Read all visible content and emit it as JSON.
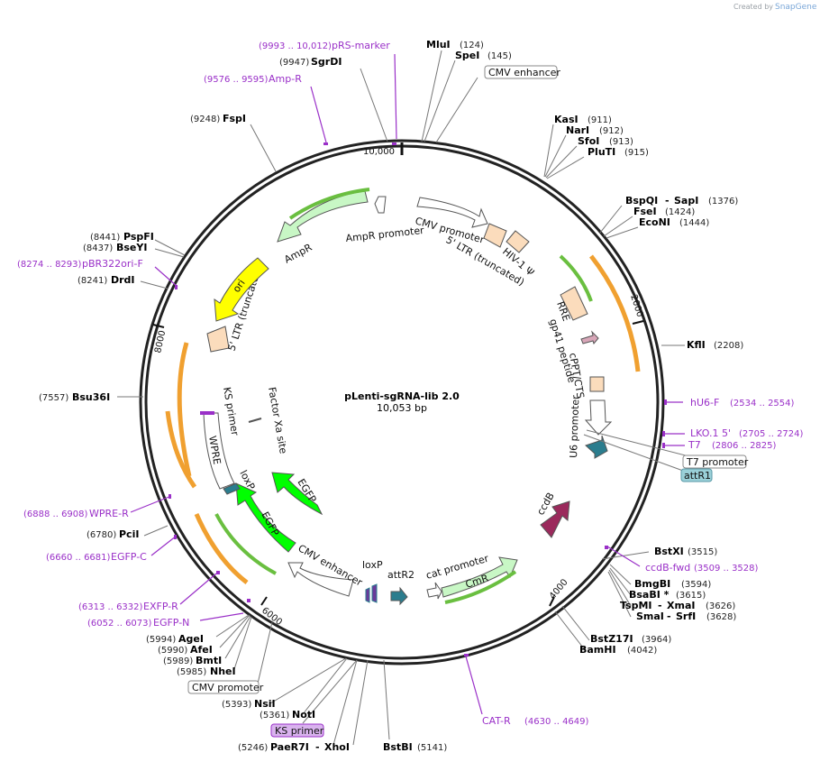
{
  "credit": "Created by",
  "brand": "SnapGene",
  "plasmid": {
    "name": "pLenti-sgRNA-lib 2.0",
    "size_label": "10,053 bp"
  },
  "tick_labels": [
    "10,000",
    "2000",
    "4000",
    "6000",
    "8000"
  ],
  "enzymes": [
    {
      "name": "MluI",
      "pos": "(124)"
    },
    {
      "name": "SpeI",
      "pos": "(145)"
    },
    {
      "name": "SgrDI",
      "pos": "(9947)"
    },
    {
      "name": "FspI",
      "pos": "(9248)"
    },
    {
      "name": "KasI",
      "pos": "(911)"
    },
    {
      "name": "NarI",
      "pos": "(912)"
    },
    {
      "name": "SfoI",
      "pos": "(913)"
    },
    {
      "name": "PluTI",
      "pos": "(915)"
    },
    {
      "name": "BspQI",
      "sep": "-",
      "name2": "SapI",
      "pos": "(1376)"
    },
    {
      "name": "FseI",
      "pos": "(1424)"
    },
    {
      "name": "EcoNI",
      "pos": "(1444)"
    },
    {
      "name": "KflI",
      "pos": "(2208)"
    },
    {
      "name": "PspFI",
      "pos": "(8441)"
    },
    {
      "name": "BseYI",
      "pos": "(8437)"
    },
    {
      "name": "DrdI",
      "pos": "(8241)"
    },
    {
      "name": "Bsu36I",
      "pos": "(7557)"
    },
    {
      "name": "PciI",
      "pos": "(6780)"
    },
    {
      "name": "BstXI",
      "pos": "(3515)"
    },
    {
      "name": "BmgBI",
      "pos": "(3594)"
    },
    {
      "name": "BsaBI *",
      "pos": "(3615)"
    },
    {
      "name": "TspMI",
      "sep": "-",
      "name2": "XmaI",
      "pos": "(3626)"
    },
    {
      "name": "SmaI",
      "sep": "-",
      "name2": "SrfI",
      "pos": "(3628)"
    },
    {
      "name": "BstZ17I",
      "pos": "(3964)"
    },
    {
      "name": "BamHI",
      "pos": "(4042)"
    },
    {
      "name": "AgeI",
      "pos": "(5994)"
    },
    {
      "name": "AfeI",
      "pos": "(5990)"
    },
    {
      "name": "BmtI",
      "pos": "(5989)"
    },
    {
      "name": "NheI",
      "pos": "(5985)"
    },
    {
      "name": "NsiI",
      "pos": "(5393)"
    },
    {
      "name": "NotI",
      "pos": "(5361)"
    },
    {
      "name": "PaeR7I",
      "sep": "-",
      "name2": "XhoI",
      "pos": "(5246)"
    },
    {
      "name": "BstBI",
      "pos": "(5141)"
    }
  ],
  "primers": [
    {
      "name": "pRS-marker",
      "range": "(9993 .. 10,012)"
    },
    {
      "name": "Amp-R",
      "range": "(9576 .. 9595)"
    },
    {
      "name": "pBR322ori-F",
      "range": "(8274 .. 8293)"
    },
    {
      "name": "hU6-F",
      "range": "(2534 .. 2554)"
    },
    {
      "name": "LKO.1 5'",
      "range": "(2705 .. 2724)"
    },
    {
      "name": "T7",
      "range": "(2806 .. 2825)"
    },
    {
      "name": "ccdB-fwd",
      "range": "(3509 .. 3528)"
    },
    {
      "name": "CAT-R",
      "range": "(4630 .. 4649)"
    },
    {
      "name": "WPRE-R",
      "range": "(6888 .. 6908)"
    },
    {
      "name": "EGFP-C",
      "range": "(6660 .. 6681)"
    },
    {
      "name": "EXFP-R",
      "range": "(6313 .. 6332)"
    },
    {
      "name": "EGFP-N",
      "range": "(6052 .. 6073)"
    }
  ],
  "boxed_labels": [
    "CMV enhancer",
    "T7 promoter",
    "attR1",
    "CMV promoter",
    "KS primer"
  ],
  "features": [
    "CMV promoter",
    "5' LTR (truncated)",
    "HIV-1 Ψ",
    "RRE",
    "gp41 peptide",
    "cPPT/CTS",
    "U6 promoter",
    "ccdB",
    "CmR",
    "cat promoter",
    "attR2",
    "loxP",
    "CMV enhancer",
    "EGFP",
    "EGFP",
    "loxP",
    "WPRE",
    "KS primer",
    "Factor Xa site",
    "5' LTR (truncated)",
    "ori",
    "AmpR",
    "AmpR promoter"
  ],
  "colors": {
    "amp": "#c8f7c5",
    "ori": "#ffff00",
    "ltr": "#fbdcbc",
    "egfp": "#00ff00",
    "ccdb": "#9b2a5c",
    "attr": "#2b7d8e",
    "cmr": "#c8f7c5",
    "primer": "#9a30c8",
    "orf_arc": "#f0a030"
  }
}
